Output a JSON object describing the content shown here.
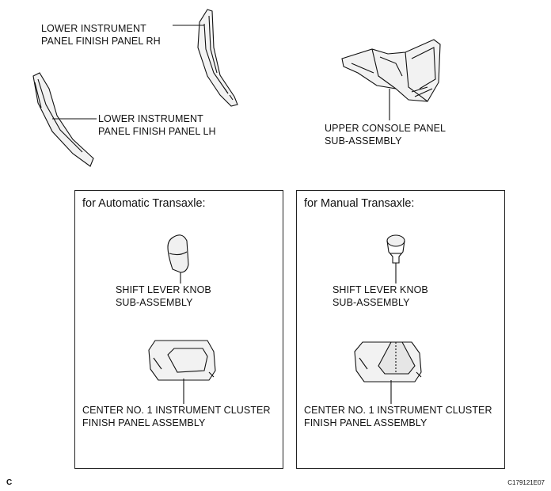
{
  "parts": {
    "rh": [
      "LOWER INSTRUMENT",
      "PANEL FINISH PANEL RH"
    ],
    "lh": [
      "LOWER INSTRUMENT",
      "PANEL FINISH PANEL LH"
    ],
    "upper_console": [
      "UPPER CONSOLE PANEL",
      "SUB-ASSEMBLY"
    ]
  },
  "automatic": {
    "title": "for Automatic Transaxle:",
    "knob": [
      "SHIFT LEVER KNOB",
      "SUB-ASSEMBLY"
    ],
    "panel": [
      "CENTER NO. 1 INSTRUMENT CLUSTER",
      "FINISH PANEL ASSEMBLY"
    ]
  },
  "manual": {
    "title": "for Manual Transaxle:",
    "knob": [
      "SHIFT LEVER KNOB",
      "SUB-ASSEMBLY"
    ],
    "panel": [
      "CENTER NO. 1 INSTRUMENT CLUSTER",
      "FINISH PANEL ASSEMBLY"
    ]
  },
  "corner_left": "C",
  "figure_id": "C179121E07"
}
